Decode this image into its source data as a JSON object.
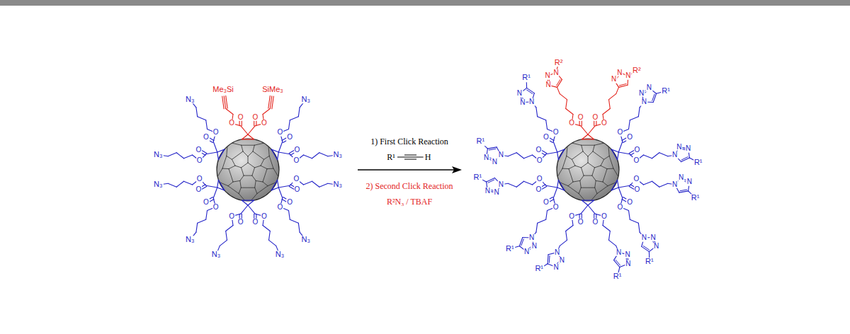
{
  "diagram": {
    "labels": [
      "1) First Click Reaction",
      "R¹",
      "H",
      "2) Second Click Reaction",
      "R²N₃ / TBAF",
      "O",
      "O",
      "Me₃Si",
      "O",
      "O",
      "SiMe₃",
      "O",
      "O",
      "N₃",
      "O",
      "O",
      "N₃",
      "O",
      "O",
      "N₃",
      "O",
      "O",
      "N₃",
      "O",
      "O",
      "N₃",
      "O",
      "O",
      "N₃",
      "O",
      "O",
      "N₃",
      "O",
      "O",
      "N₃",
      "O",
      "O",
      "N₃",
      "O",
      "O",
      "N₃",
      "O",
      "O",
      "N",
      "N",
      "N",
      "R²",
      "O",
      "O",
      "N",
      "N",
      "N",
      "R²",
      "O",
      "O",
      "N",
      "N",
      "N",
      "R¹",
      "O",
      "O",
      "N",
      "N",
      "N",
      "R¹",
      "O",
      "O",
      "N",
      "N",
      "N",
      "R¹",
      "O",
      "O",
      "N",
      "N",
      "N",
      "R¹",
      "O",
      "O",
      "N",
      "N",
      "N",
      "R¹",
      "O",
      "O",
      "N",
      "N",
      "N",
      "R¹",
      "O",
      "O",
      "N",
      "N",
      "N",
      "R¹",
      "O",
      "O",
      "N",
      "N",
      "N",
      "R¹",
      "O",
      "O",
      "N",
      "N",
      "N",
      "R¹",
      "O",
      "O",
      "N",
      "N",
      "N",
      "R¹"
    ]
  }
}
